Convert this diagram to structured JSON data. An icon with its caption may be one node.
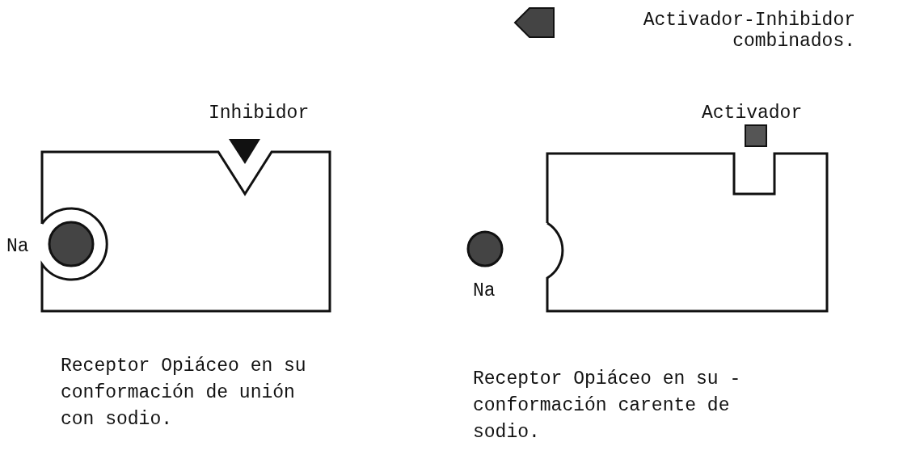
{
  "diagram": {
    "nodes": [
      {
        "text": [],
        "shape": "box"
      },
      {
        "text": [],
        "shape": "box"
      }
    ],
    "labels": [
      "Inhibidor",
      "Activador",
      "Na",
      "Na",
      "Receptor Opiáceo en su conformación de unión con sodio.",
      "Receptor Opiáceo en su - conformación carente de sodio."
    ],
    "legend": [
      {
        "text": "Activador-Inhibidor combinados."
      }
    ]
  }
}
